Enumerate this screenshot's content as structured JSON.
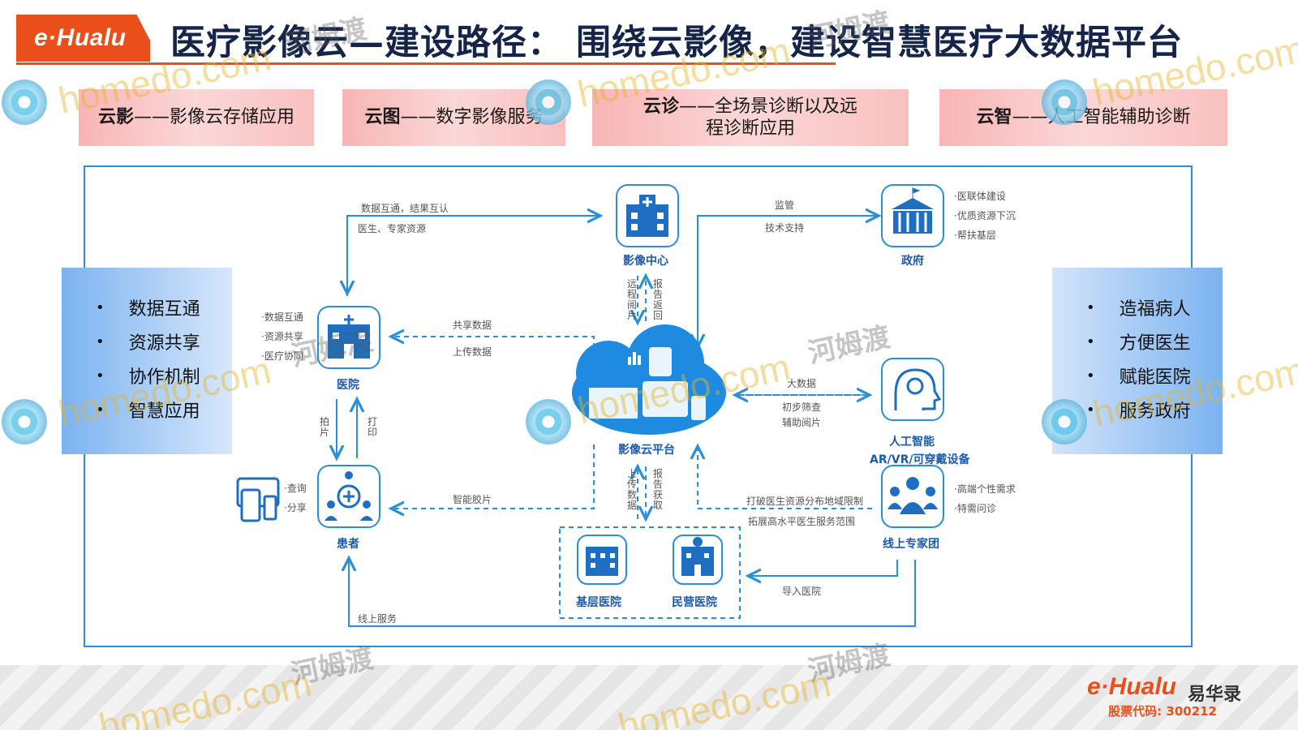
{
  "header": {
    "logo": "e·Hualu",
    "title": "医疗影像云—建设路径： 围绕云影像，建设智慧医疗大数据平台"
  },
  "capabilities": [
    {
      "key": "云影",
      "desc": "——影像云存储应用"
    },
    {
      "key": "云图",
      "desc": "——数字影像服务"
    },
    {
      "key": "云诊",
      "desc": "——全场景诊断以及远程诊断应用"
    },
    {
      "key": "云智",
      "desc": "——人工智能辅助诊断"
    }
  ],
  "left_panel": {
    "items": [
      "数据互通",
      "资源共享",
      "协作机制",
      "智慧应用"
    ]
  },
  "right_panel": {
    "items": [
      "造福病人",
      "方便医生",
      "赋能医院",
      "服务政府"
    ]
  },
  "nodes": {
    "imaging_center": "影像中心",
    "government": "政府",
    "hospital": "医院",
    "cloud_platform": "影像云平台",
    "ai": "人工智能",
    "ar_vr": "AR/VR/可穿戴设备",
    "patient": "患者",
    "expert_team": "线上专家团",
    "primary_hospital": "基层医院",
    "private_hospital": "民营医院"
  },
  "annotations": {
    "hospital_to_center_1": "数据互通，结果互认",
    "hospital_to_center_2": "医生、专家资源",
    "supervise": "监管",
    "tech_support": "技术支持",
    "gov_notes": [
      "·医联体建设",
      "·优质资源下沉",
      "·帮扶基层"
    ],
    "hospital_notes": [
      "·数据互通",
      "·资源共享",
      "·医疗协同"
    ],
    "remote_read": "远程阅片",
    "report_return": "报告返回",
    "share_data": "共享数据",
    "upload_data": "上传数据",
    "big_data": "大数据",
    "initial_screen": "初步筛查",
    "assist_read": "辅助阅片",
    "shoot": "拍片",
    "print": "打印",
    "query": "·查询",
    "share": "·分享",
    "smart_film": "智能胶片",
    "upload_data_v": "上传数据",
    "report_get": "报告获取",
    "expert_notes": [
      "·高端个性需求",
      "·特需问诊"
    ],
    "break_limit": "打破医生资源分布地域限制",
    "extend_range": "拓展高水平医生服务范围",
    "import_hospital": "导入医院",
    "online_service": "线上服务"
  },
  "footer": {
    "brand": "e·Hualu",
    "brand_cn": "易华录",
    "stock": "股票代码: 300212"
  },
  "watermark": {
    "en": "homedo.com",
    "cn": "河姆渡"
  },
  "colors": {
    "accent": "#e94e1b",
    "line": "#2a8fd6",
    "node": "#1e5aa8"
  }
}
